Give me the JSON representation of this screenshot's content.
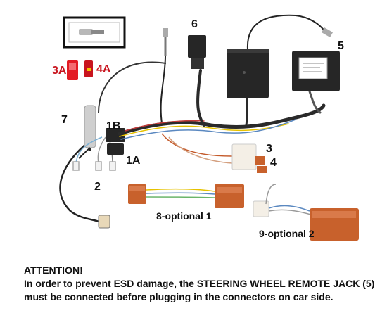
{
  "labels": {
    "fuse_3a": "3A",
    "fuse_4a": "4A",
    "l1a": "1A",
    "l1b": "1B",
    "l2": "2",
    "l3": "3",
    "l4": "4",
    "l5": "5",
    "l6": "6",
    "l7": "7",
    "l8": "8-optional 1",
    "l9": "9-optional 2"
  },
  "attention": {
    "title": "ATTENTION!",
    "line1": "In order to prevent ESD damage, the STEERING WHEEL REMOTE JACK (5)",
    "line2": "must be connected before plugging in the connectors on car side."
  },
  "colors": {
    "fuse_red": "#e31b23",
    "label_red": "#c8141e",
    "connector_orange": "#c8612c",
    "module_black": "#262626",
    "text": "#111111"
  }
}
